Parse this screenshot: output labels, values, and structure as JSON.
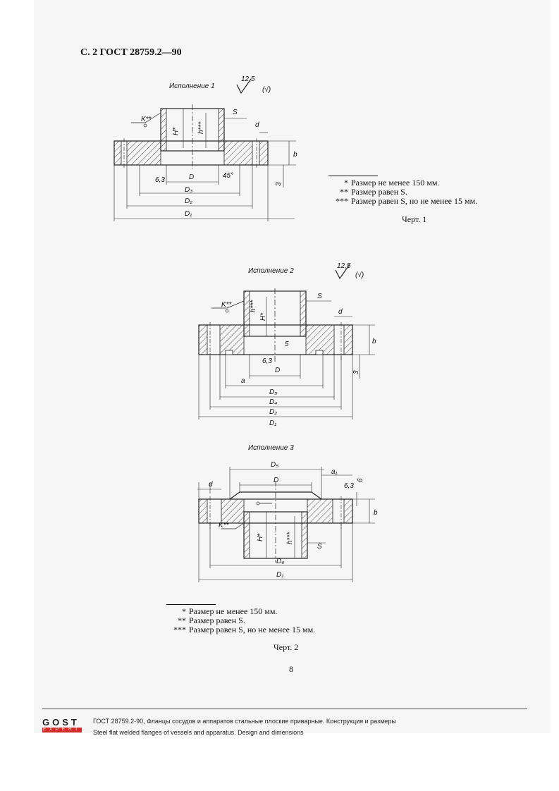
{
  "header": {
    "title": "С. 2 ГОСТ 28759.2—90"
  },
  "figure1": {
    "variant": "Исполнение 1",
    "roughness": "12,5",
    "roughness_paren": "(√)",
    "labels": {
      "K": "K**",
      "H": "H*",
      "h": "h***",
      "S": "S",
      "d": "d",
      "b": "b",
      "D": "D",
      "D3": "D₃",
      "D2": "D₂",
      "D1": "D₁",
      "r": "6,3",
      "angle": "45°",
      "three": "3"
    },
    "notes": [
      {
        "mark": "*",
        "text": "Размер не менее 150 мм."
      },
      {
        "mark": "**",
        "text": "Размер равен S."
      },
      {
        "mark": "***",
        "text": "Размер равен S, но не менее 15 мм."
      }
    ],
    "caption": "Черт. 1"
  },
  "figure2": {
    "variant": "Исполнение 2",
    "roughness": "12,5",
    "roughness_paren": "(√)",
    "labels": {
      "K": "K**",
      "H": "H*",
      "h": "h***",
      "S": "S",
      "d": "d",
      "b": "b",
      "D": "D",
      "a": "a",
      "D5": "D₅",
      "D4": "D₄",
      "D2": "D₂",
      "D1": "D₁",
      "r": "6,3",
      "s5": "5",
      "three": "3"
    }
  },
  "figure3": {
    "variant": "Исполнение 3",
    "labels": {
      "D5": "D₅",
      "a1": "a₁",
      "D": "D",
      "d": "d",
      "b": "b",
      "six": "6",
      "r": "6,3",
      "K": "K**",
      "H": "H*",
      "h": "h***",
      "S": "S",
      "D6": "D₆",
      "D1": "D₁"
    },
    "notes": [
      {
        "mark": "*",
        "text": "Размер не менее 150 мм."
      },
      {
        "mark": "**",
        "text": "Размер равен S."
      },
      {
        "mark": "***",
        "text": "Размер равен S, но не менее 15 мм."
      }
    ],
    "caption": "Черт. 2"
  },
  "page_number": "8",
  "footer": {
    "line_ru": "ГОСТ 28759.2-90, Фланцы сосудов и аппаратов стальные плоские приварные. Конструкция и размеры",
    "line_en": "Steel flat welded flanges of vessels and apparatus. Design and dimensions",
    "logo_top": "GOST",
    "logo_bottom": "EXPERT"
  },
  "colors": {
    "accent": "#d42a2a",
    "ink": "#111111",
    "paper": "#f6f6f6"
  }
}
